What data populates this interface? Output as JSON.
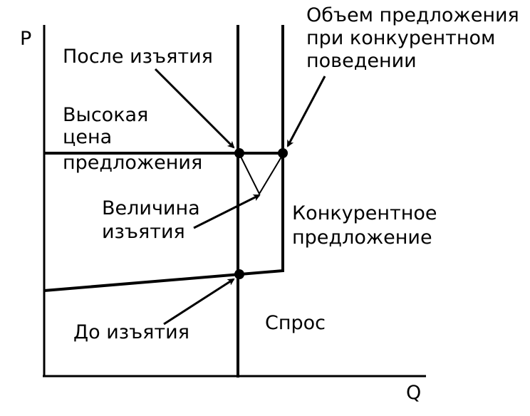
{
  "axes": {
    "y_label": "P",
    "x_label": "Q"
  },
  "labels": {
    "after_withholding": "После изъятия",
    "competitive_quantity": [
      "Объем предложения",
      "при конкурентном",
      "поведении"
    ],
    "high_offer_price": [
      "Высокая",
      "цена",
      "предложения"
    ],
    "withholding_amount": [
      "Величина",
      "изъятия"
    ],
    "competitive_supply": [
      "Конкурентное",
      "предложение"
    ],
    "before_withholding": "До изъятия",
    "demand": "Спрос"
  },
  "colors": {
    "ink": "#000000",
    "background": "#ffffff"
  }
}
